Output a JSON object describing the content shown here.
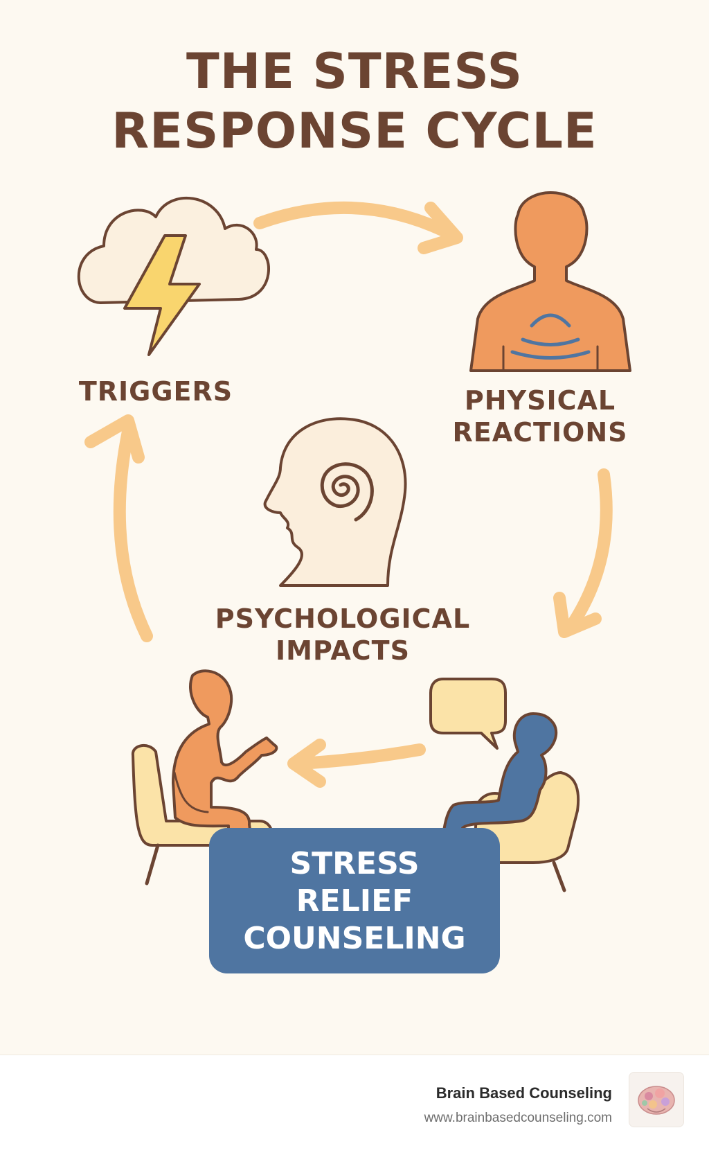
{
  "title": {
    "line1": "THE STRESS",
    "line2": "RESPONSE CYCLE"
  },
  "nodes": {
    "triggers": "TRIGGERS",
    "physical": {
      "line1": "PHYSICAL",
      "line2": "REACTIONS"
    },
    "psychological": {
      "line1": "PSYCHOLOGICAL",
      "line2": "IMPACTS"
    },
    "counseling": {
      "line1": "STRESS",
      "line2": "RELIEF",
      "line3": "COUNSELING"
    }
  },
  "footer": {
    "brand_name": "Brain Based Counseling",
    "brand_url": "www.brainbasedcounseling.com",
    "logo_icon": "brain-logo-icon"
  },
  "icons": [
    "storm-cloud-icon",
    "lightning-bolt-icon",
    "person-bust-icon",
    "head-spiral-icon",
    "counselor-icon",
    "client-icon",
    "speech-bubble-icon",
    "cycle-arrow-icon"
  ],
  "colors": {
    "background": "#fdf9f1",
    "title_text": "#6b4432",
    "arrow": "#f8c98a",
    "orange_figure": "#ef9a5e",
    "blue_figure": "#4f75a1",
    "chair": "#fbe3a8",
    "lightning": "#f9d56e",
    "counseling_box": "#4f75a1"
  }
}
